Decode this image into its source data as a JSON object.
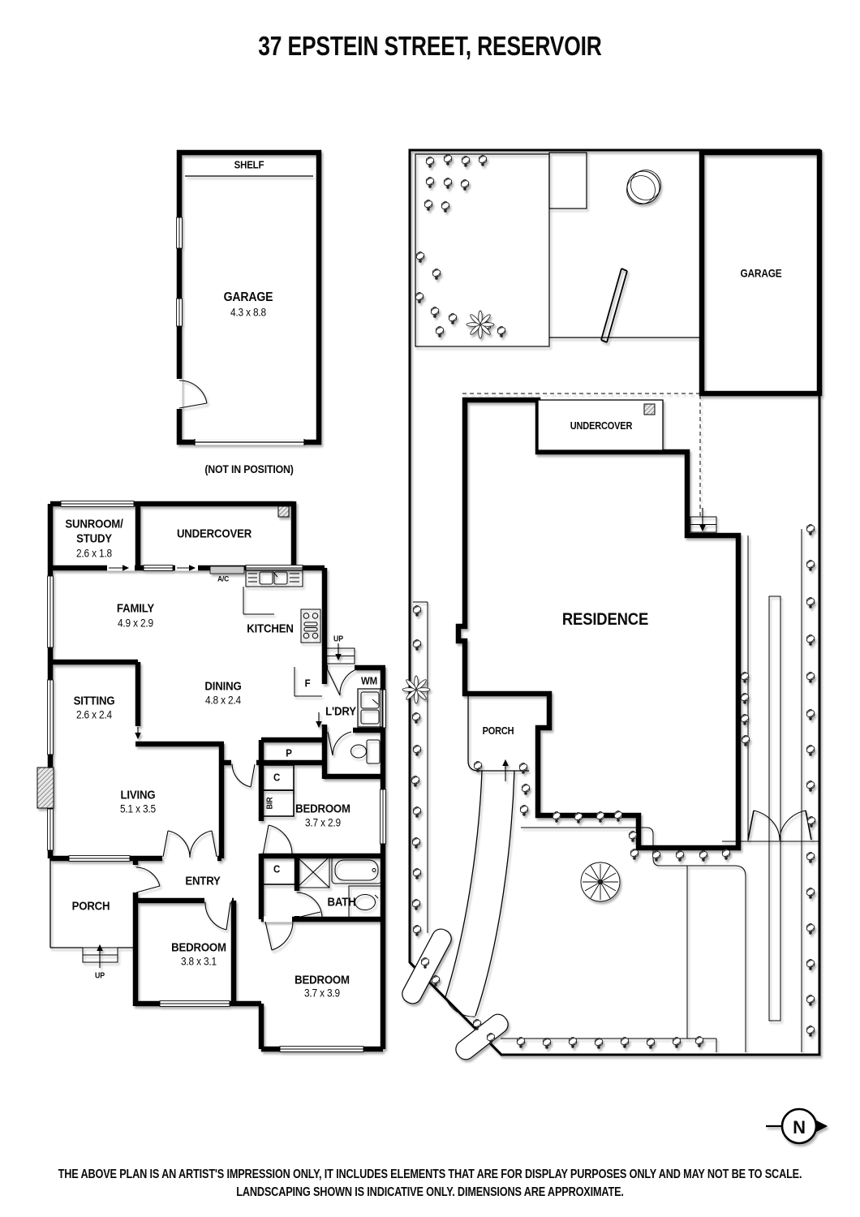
{
  "page": {
    "paper_color": "#ffffff",
    "ink_color": "#000000"
  },
  "title": "37 EPSTEIN STREET, RESERVOIR",
  "detached_garage": {
    "shelf_label": "SHELF",
    "name": "GARAGE",
    "dims": "4.3 x 8.8",
    "note": "(NOT IN POSITION)"
  },
  "floorplan": {
    "sunroom": {
      "line1": "SUNROOM/",
      "line2": "STUDY",
      "dims": "2.6 x 1.8"
    },
    "undercover_label": "UNDERCOVER",
    "family": {
      "name": "FAMILY",
      "dims": "4.9 x 2.9"
    },
    "kitchen_label": "KITCHEN",
    "ac_label": "A/C",
    "dining": {
      "name": "DINING",
      "dims": "4.8 x 2.4"
    },
    "sitting": {
      "name": "SITTING",
      "dims": "2.6 x 2.4"
    },
    "fridge_label": "F",
    "up_kitchen_label": "UP",
    "wm_label": "WM",
    "laundry_label": "L'DRY",
    "pantry_label": "P",
    "cupboard_label": "C",
    "bir_label": "BIR",
    "bedroom_mid": {
      "name": "BEDROOM",
      "dims": "3.7 x 2.9"
    },
    "living": {
      "name": "LIVING",
      "dims": "5.1 x 3.5"
    },
    "entry_label": "ENTRY",
    "bath_cupboard_label": "C",
    "bath_label": "BATH",
    "porch_label": "PORCH",
    "up_porch_label": "UP",
    "bedroom_left": {
      "name": "BEDROOM",
      "dims": "3.8 x 3.1"
    },
    "bedroom_bottom": {
      "name": "BEDROOM",
      "dims": "3.7 x 3.9"
    }
  },
  "siteplan": {
    "garage_label": "GARAGE",
    "undercover_label": "UNDERCOVER",
    "residence_label": "RESIDENCE",
    "porch_label": "PORCH"
  },
  "compass": {
    "north_label": "N"
  },
  "disclaimer": {
    "line1": "THE ABOVE PLAN IS AN ARTIST'S IMPRESSION ONLY, IT INCLUDES ELEMENTS THAT ARE FOR DISPLAY PURPOSES ONLY AND MAY NOT BE TO SCALE.",
    "line2": "LANDSCAPING SHOWN IS INDICATIVE ONLY. DIMENSIONS ARE APPROXIMATE."
  }
}
